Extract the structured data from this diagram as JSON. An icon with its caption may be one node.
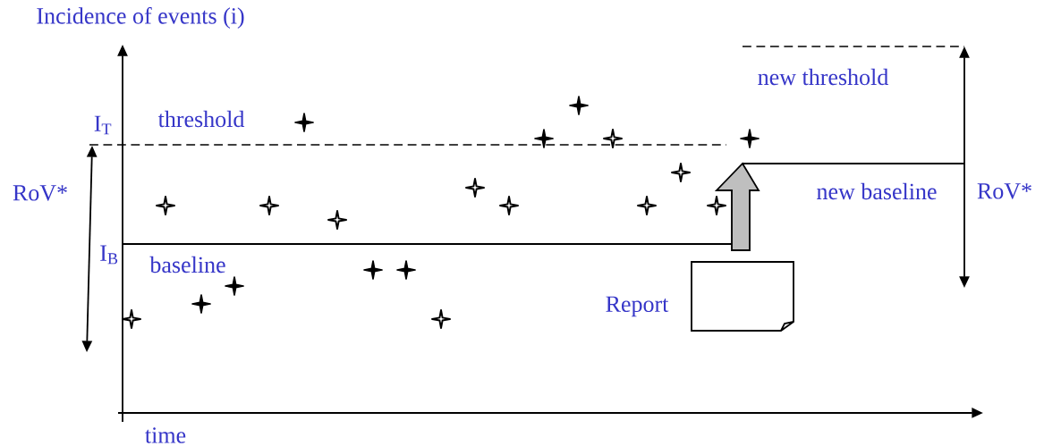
{
  "diagram": {
    "labels": [
      "Incidence of events (i)",
      "I$_{T}$",
      "threshold",
      "RoV*",
      "I$_{B}$",
      "baseline",
      "new threshold",
      "new baseline",
      "RoV*",
      "Report",
      "time"
    ]
  }
}
